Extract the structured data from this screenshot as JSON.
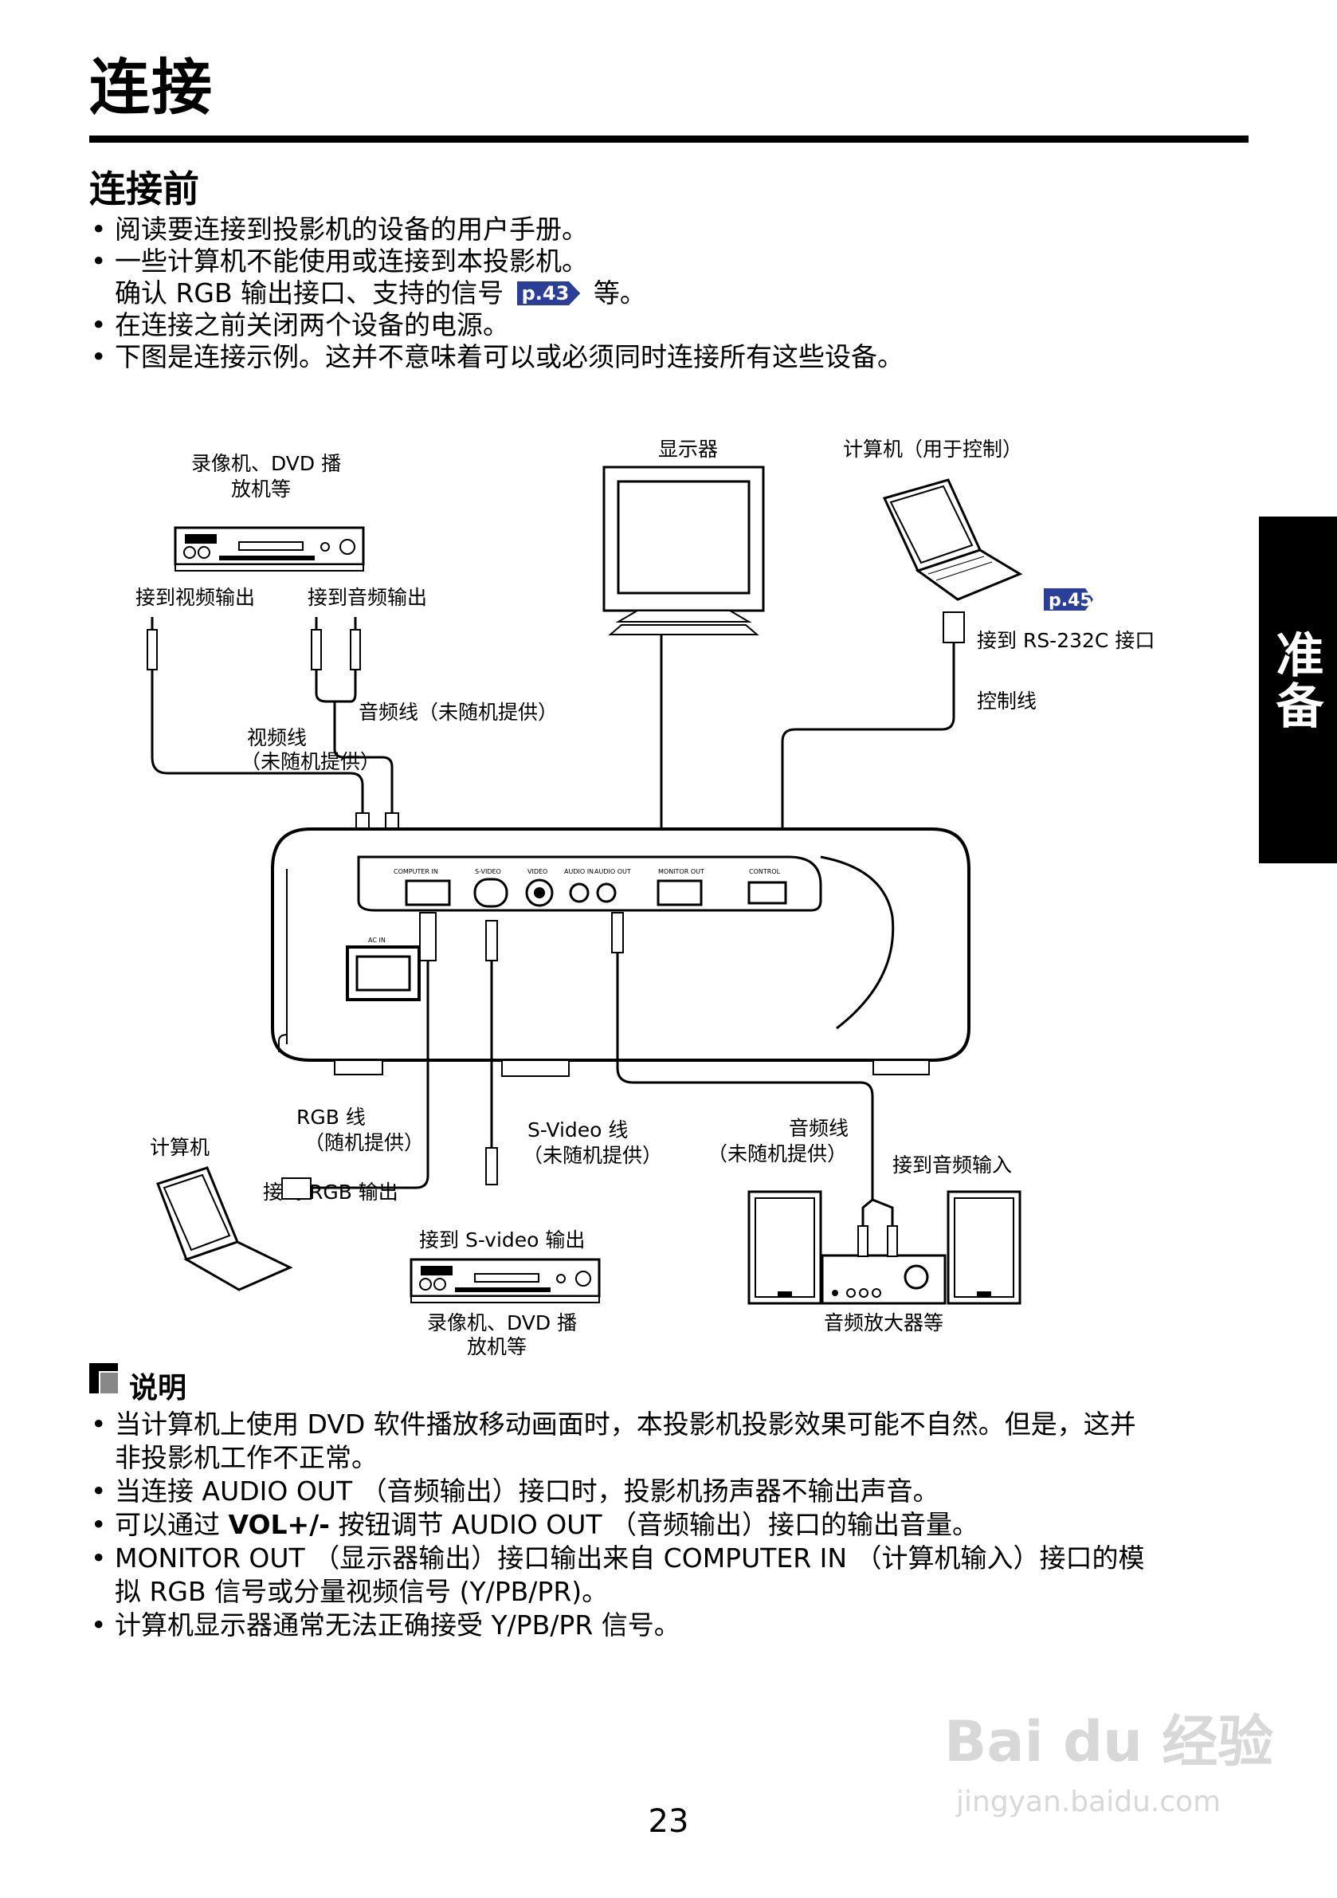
{
  "header": {
    "title": "连接"
  },
  "section": {
    "heading": "连接前",
    "bullets": [
      {
        "text": "阅读要连接到投影机的设备的用户手册。"
      },
      {
        "text": "一些计算机不能使用或连接到本投影机。",
        "cont_before": "确认 RGB 输出接口、支持的信号",
        "ref": "p.43",
        "cont_after": "等。"
      },
      {
        "text": "在连接之前关闭两个设备的电源。"
      },
      {
        "text": "下图是连接示例。这并不意味着可以或必须同时连接所有这些设备。"
      }
    ]
  },
  "side_tab": {
    "label": "准备"
  },
  "diagram": {
    "vcr_top_1": "录像机、DVD 播",
    "vcr_top_2": "放机等",
    "monitor": "显示器",
    "pc_control": "计算机（用于控制）",
    "to_video_out": "接到视频输出",
    "to_audio_out": "接到音频输出",
    "audio_cable_top": "音频线（未随机提供）",
    "video_cable_1": "视频线",
    "video_cable_2": "（未随机提供）",
    "ref_p45": "p.45",
    "to_rs232c": "接到 RS-232C 接口",
    "control_cable": "控制线",
    "ports": [
      "COMPUTER IN",
      "S-VIDEO",
      "VIDEO",
      "AUDIO IN",
      "AUDIO OUT",
      "MONITOR OUT",
      "CONTROL"
    ],
    "ac_in": "AC IN",
    "rgb_cable_1": "RGB 线",
    "rgb_cable_2": "（随机提供）",
    "computer": "计算机",
    "to_rgb_out": "接到 RGB 输出",
    "svideo_cable_1": "S-Video 线",
    "svideo_cable_2": "（未随机提供）",
    "audio_cable_b1": "音频线",
    "audio_cable_b2": "（未随机提供）",
    "to_audio_in": "接到音频输入",
    "to_svideo_out": "接到 S-video 输出",
    "vcr_bottom_1": "录像机、DVD 播",
    "vcr_bottom_2": "放机等",
    "amp": "音频放大器等"
  },
  "notes": {
    "heading": "说明",
    "items": [
      {
        "l1": "当计算机上使用 DVD 软件播放移动画面时，本投影机投影效果可能不自然。但是，这并",
        "l2": "非投影机工作不正常。"
      },
      {
        "l1": "当连接 AUDIO OUT （音频输出）接口时，投影机扬声器不输出声音。"
      },
      {
        "pre": "可以通过 ",
        "bold": "VOL+/-",
        "post": " 按钮调节 AUDIO OUT （音频输出）接口的输出音量。"
      },
      {
        "l1": "MONITOR OUT （显示器输出）接口输出来自 COMPUTER IN （计算机输入）接口的模",
        "l2": "拟 RGB 信号或分量视频信号 (Y/PB/PR)。"
      },
      {
        "l1": "计算机显示器通常无法正确接受 Y/PB/PR 信号。"
      }
    ]
  },
  "page_number": "23",
  "watermark": {
    "main": "Bai du 经验",
    "sub": "jingyan.baidu.com"
  }
}
